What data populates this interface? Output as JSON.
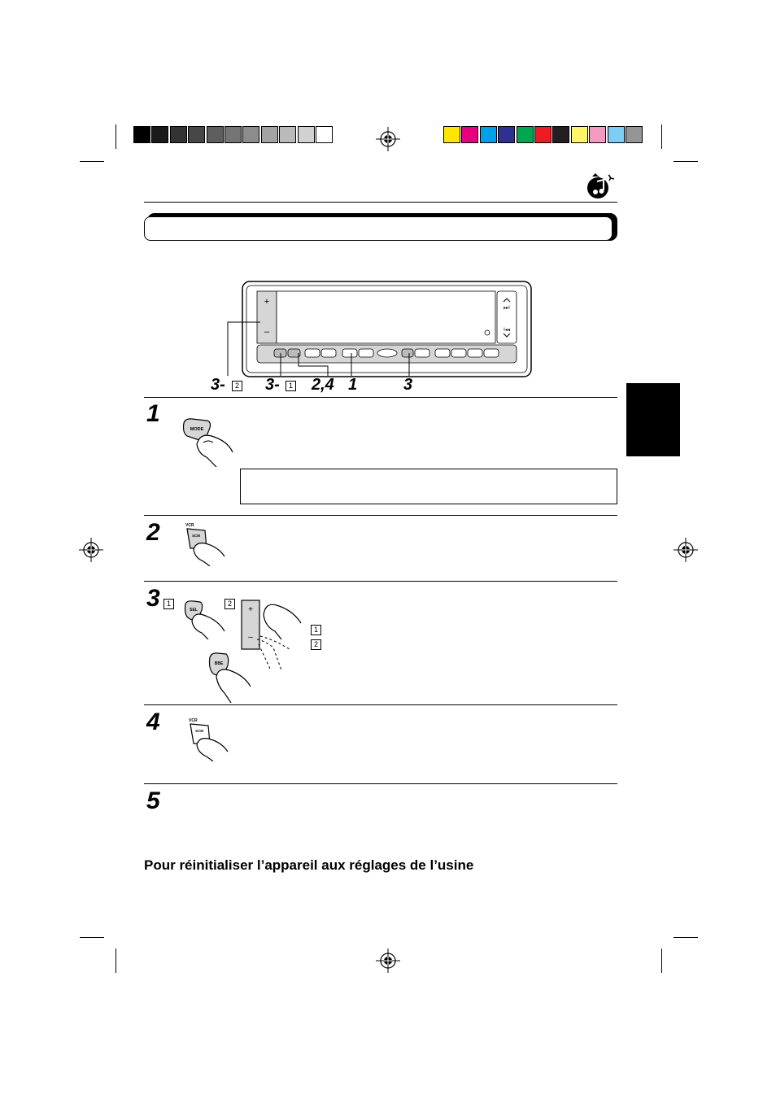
{
  "callouts": {
    "c1": "3-",
    "c1_box": "2",
    "c2": "3-",
    "c2_box": "1",
    "c3": "2,4",
    "c4": "1",
    "c5": "3"
  },
  "steps": [
    {
      "number": "1"
    },
    {
      "number": "2"
    },
    {
      "number": "3",
      "box_a": "1",
      "box_b": "2",
      "list_a": "1",
      "list_b": "2"
    },
    {
      "number": "4"
    },
    {
      "number": "5"
    }
  ],
  "buttons": {
    "mode": "MODE",
    "vcr": "VCR",
    "scm": "SCM",
    "sel": "SEL",
    "bbe": "BBE",
    "plus": "+",
    "minus": "–"
  },
  "footer_heading": "Pour réinitialiser l’appareil aux réglages de l’usine",
  "colors": {
    "grays": [
      "#000000",
      "#1a1a1a",
      "#333333",
      "#474747",
      "#5e5e5e",
      "#757575",
      "#8c8c8c",
      "#a3a3a3",
      "#bababa",
      "#d1d1d1",
      "#ffffff"
    ],
    "colors": [
      "#ffe600",
      "#e6007e",
      "#00a0e9",
      "#2e3192",
      "#00a651",
      "#ed1c24",
      "#231f20",
      "#fff568",
      "#f49ac1",
      "#7ccef5",
      "#959595"
    ],
    "tab": "#000000",
    "panel_gray": "#d6d6d6"
  }
}
